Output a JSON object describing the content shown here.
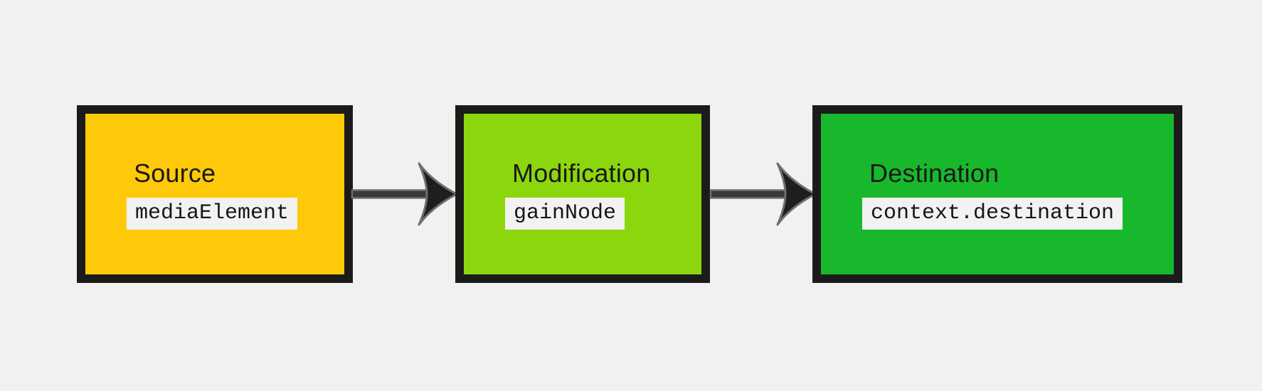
{
  "theme": {
    "page_bg": "#f1f1f0",
    "box_border": "#1b1b1b",
    "title_color": "#191919",
    "code_color": "#161616",
    "code_chip_bg": "#f2f2f0",
    "arrow": {
      "shaft_fill": "#3a3a3a",
      "head_fill": "#1e1e1e",
      "outline": "#6e6e6e"
    }
  },
  "diagram": {
    "nodes": [
      {
        "id": "source",
        "label": "Source",
        "code": "mediaElement",
        "fill": "#fdc908"
      },
      {
        "id": "modification",
        "label": "Modification",
        "code": "gainNode",
        "fill": "#8cd60e"
      },
      {
        "id": "destination",
        "label": "Destination",
        "code": "context.destination",
        "fill": "#18b82c"
      }
    ],
    "connections": [
      {
        "from": "source",
        "to": "modification"
      },
      {
        "from": "modification",
        "to": "destination"
      }
    ]
  }
}
